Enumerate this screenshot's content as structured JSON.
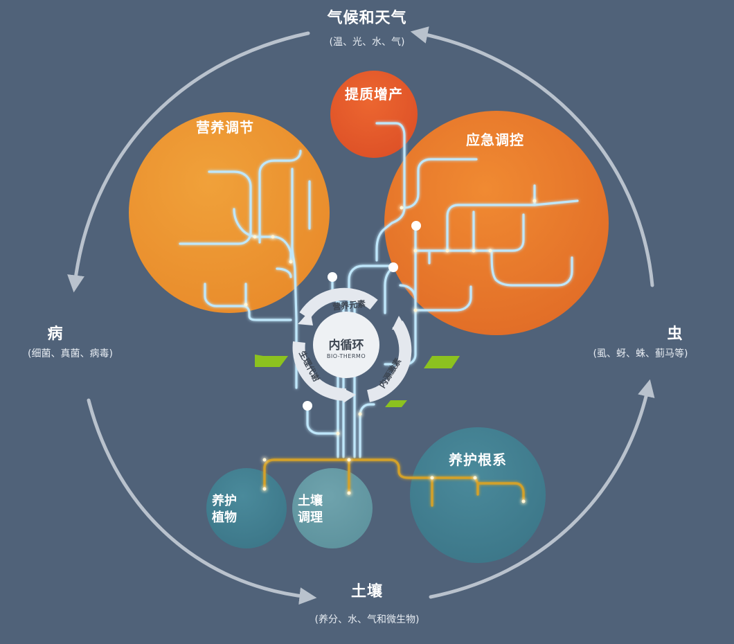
{
  "outer": {
    "top": {
      "title": "气候和天气",
      "sub": "(温、光、水、气)"
    },
    "left": {
      "title": "病",
      "sub": "(细菌、真菌、病毒)"
    },
    "right": {
      "title": "虫",
      "sub": "(虱、蚜、蛛、蓟马等)"
    },
    "bottom": {
      "title": "土壤",
      "sub": "(养分、水、气和微生物)"
    }
  },
  "nodes": {
    "nutrition": "营养调节",
    "quality": "提质增产",
    "emergency": "应急调控",
    "plant_care_line1": "养护",
    "plant_care_line2": "植物",
    "soil_line1": "土壤",
    "soil_line2": "调理",
    "root_care": "养护根系"
  },
  "center": {
    "title": "内循环",
    "brand": "BIO-THERMO",
    "arc_top": "营养元素",
    "arc_left": "生理代谢",
    "arc_right": "内源激素"
  },
  "colors": {
    "background": "#506279",
    "orange_light": "#ea9330",
    "orange_dark": "#e05a2a",
    "teal": "#3f7d8e",
    "vein": "#bfe7fb",
    "root": "#d3a12a",
    "leaf": "#8cc21f",
    "arrow": "#b9c2cd"
  }
}
